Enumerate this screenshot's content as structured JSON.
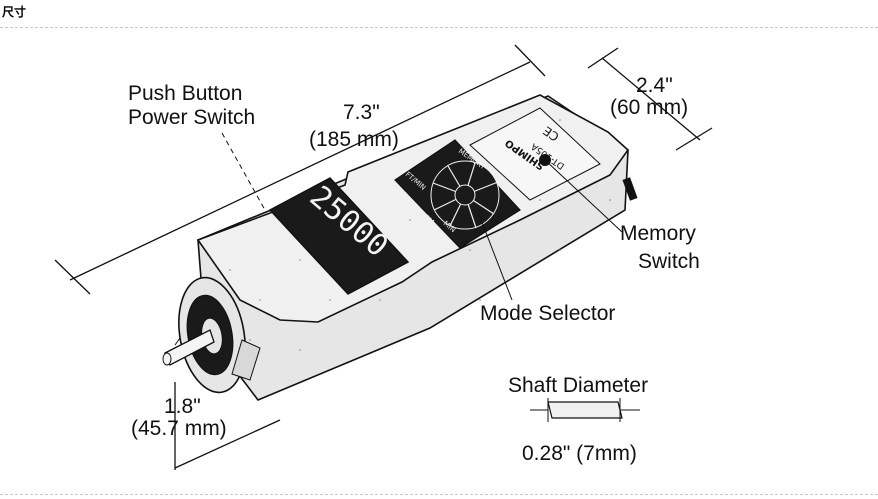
{
  "header": {
    "title": "尺寸"
  },
  "diagram": {
    "labels": {
      "push_button_1": "Push Button",
      "push_button_2": "Power Switch",
      "length_in": "7.3\"",
      "length_mm": "(185 mm)",
      "width_in": "2.4\"",
      "width_mm": "(60 mm)",
      "memory_1": "Memory",
      "memory_2": "Switch",
      "mode_selector": "Mode Selector",
      "height_in": "1.8\"",
      "height_mm": "(45.7 mm)",
      "shaft_title": "Shaft Diameter",
      "shaft_value": "0.28\"  (7mm)"
    },
    "device": {
      "display_reading": "25000",
      "brand": "SHIMPO",
      "model": "DT-105A",
      "mark": "CE",
      "dial_mode_1": "LENGTH",
      "dial_mode_2": "MEMORY",
      "dial_unit_1": "RPM",
      "dial_unit_2": "FT/MIN",
      "dial_min": "MIN"
    }
  }
}
